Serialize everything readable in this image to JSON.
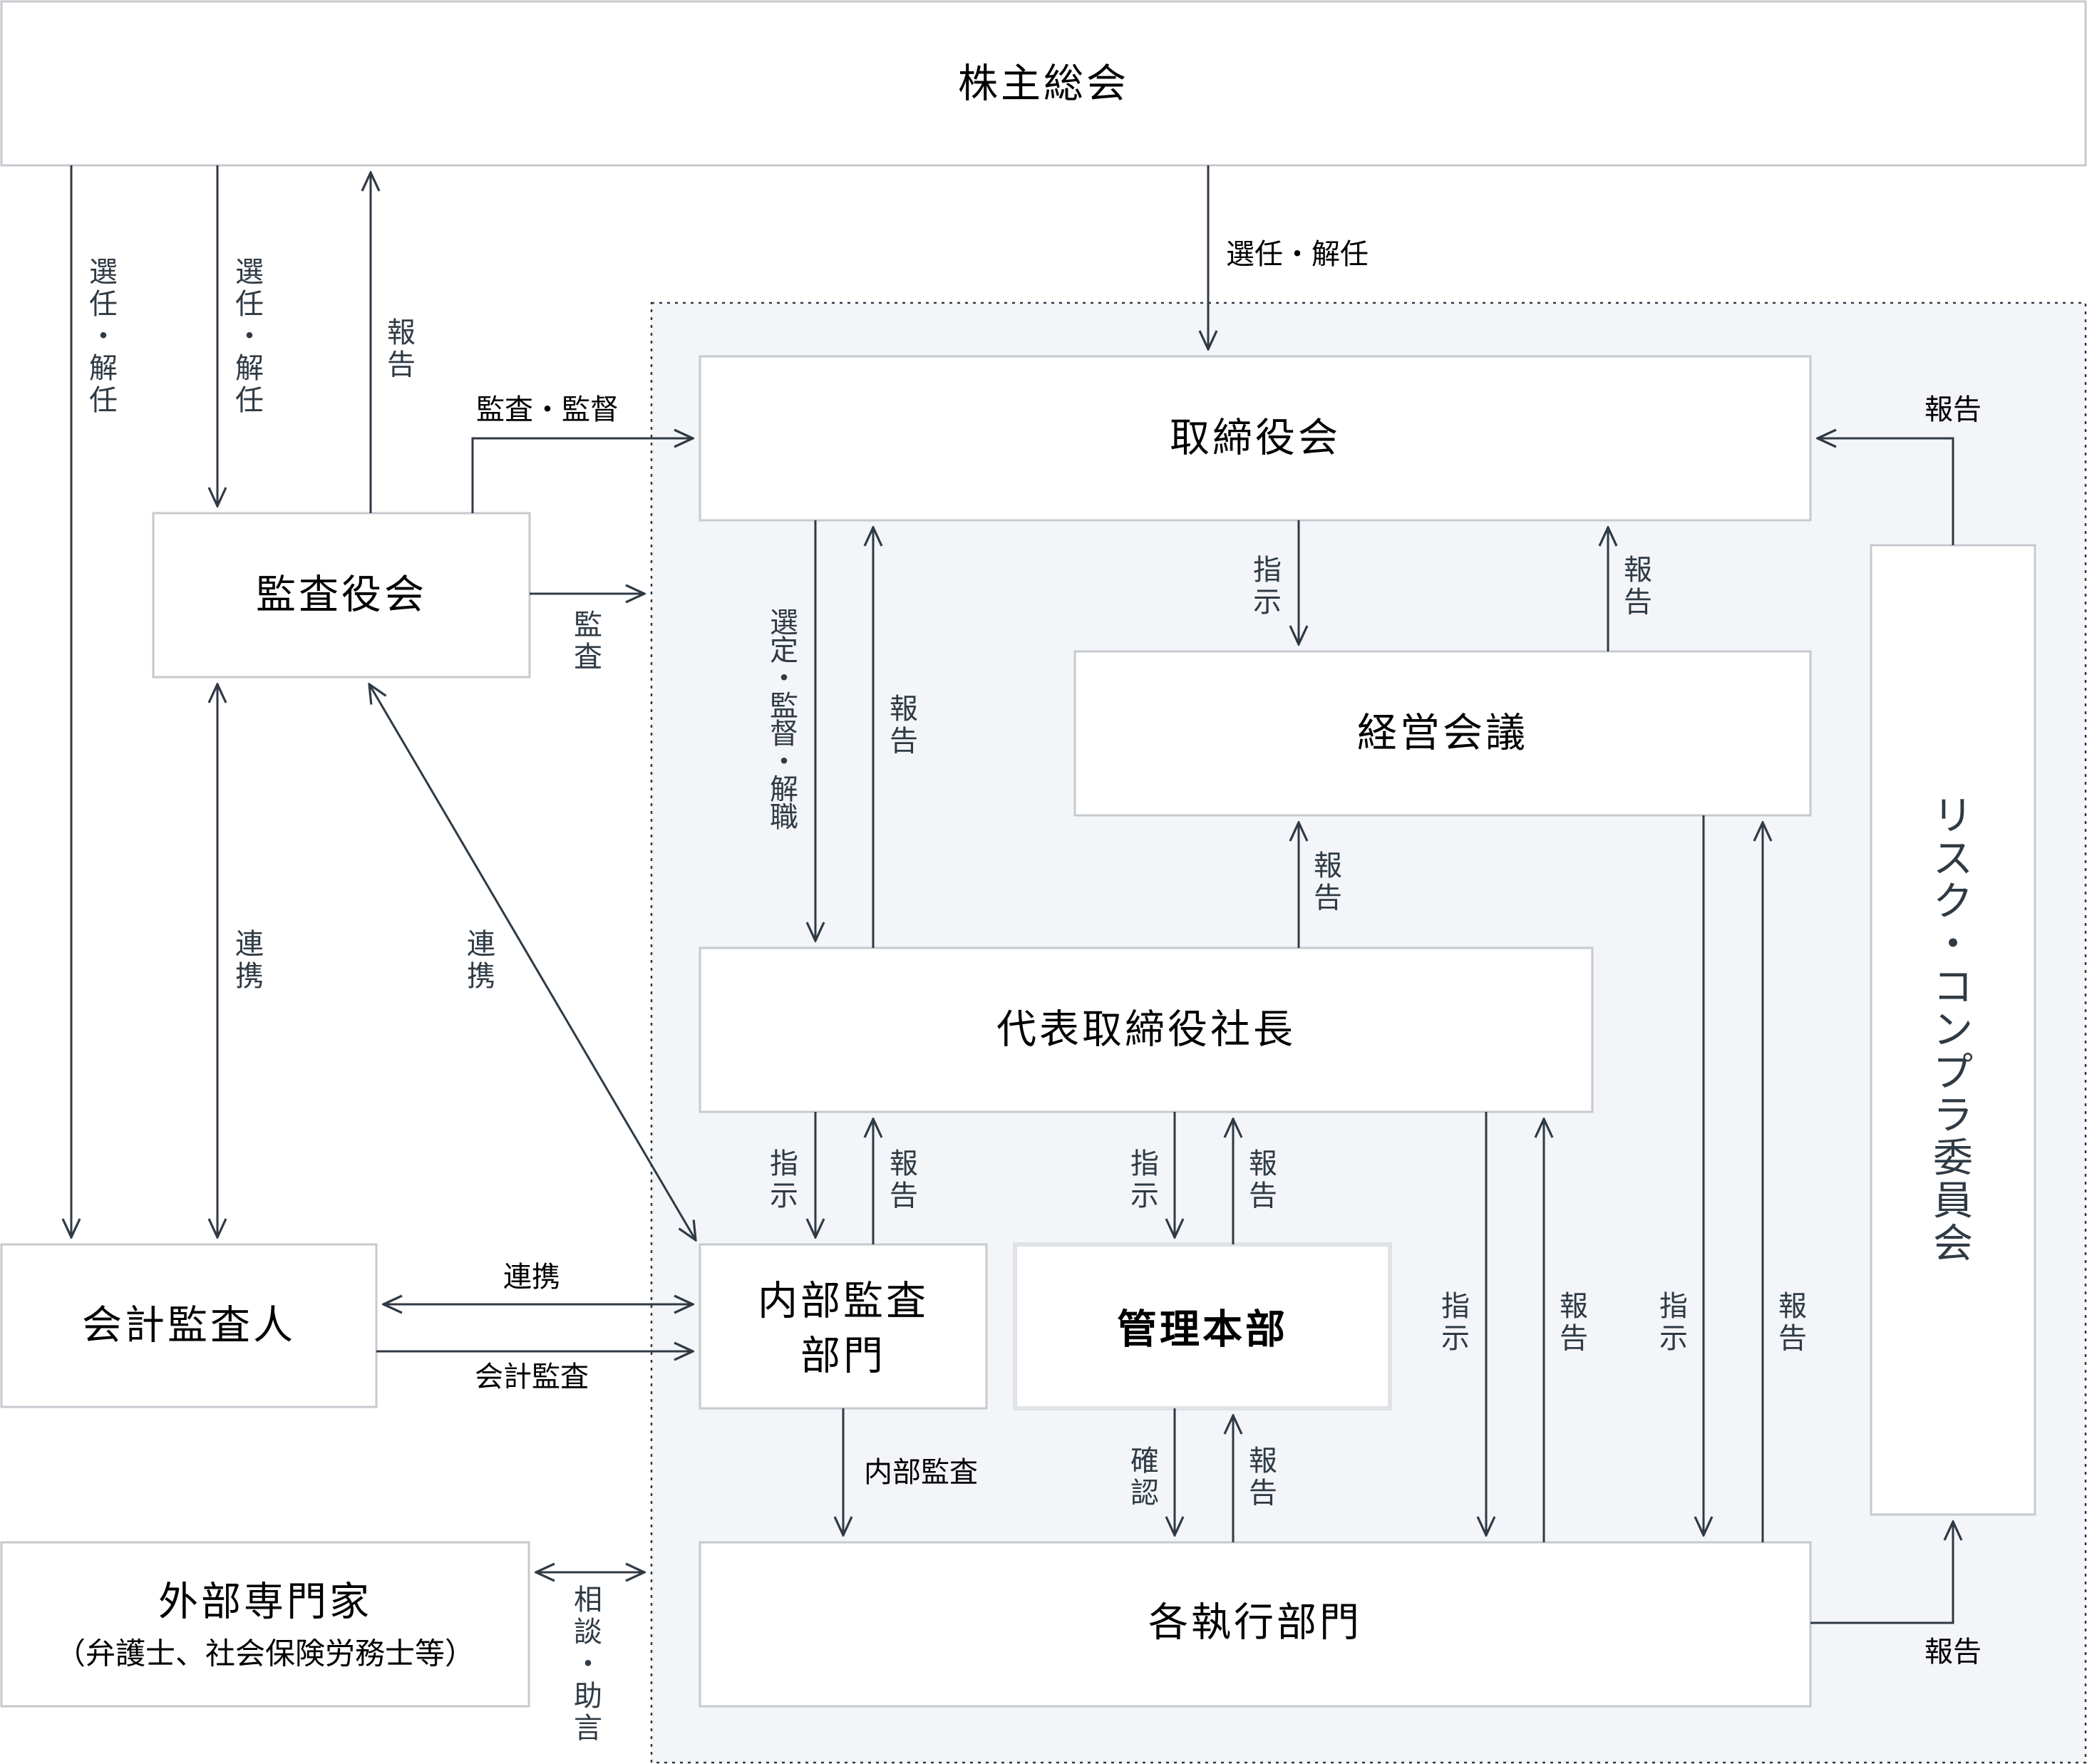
{
  "colors": {
    "ink": "#2f3a44",
    "border": "#c6cace",
    "panel": "#f3f5f9",
    "white": "#ffffff"
  },
  "nodes": {
    "shareholders_meeting": "株主総会",
    "board_of_directors": "取締役会",
    "audit_board": "監査役会",
    "management_council": "経営会議",
    "president": "代表取締役社長",
    "accounting_auditor": "会計監査人",
    "internal_audit_line1": "内部監査",
    "internal_audit_line2": "部門",
    "admin_hq": "管理本部",
    "external_experts": "外部専門家",
    "external_experts_note": "（弁護士、社会保険労務士等）",
    "executive_depts": "各執行部門",
    "risk_compliance_committee": "リスク・コンプラ委員会"
  },
  "edge_labels": {
    "elect_dismiss_h": "選任・解任",
    "elect_dismiss_v1": "選任・解任",
    "elect_dismiss_v2": "選任・解任",
    "report_audit_to_shareholders": "報告",
    "audit_supervise": "監査・監督",
    "audit_v": "監査",
    "report_risk_to_board": "報告",
    "select_supervise_dismiss": "選定・監督・解職",
    "report_pres_to_board": "報告",
    "instruct_board_to_council": "指示",
    "report_council_to_board": "報告",
    "report_pres_to_council": "報告",
    "cooperate_v1": "連携",
    "cooperate_v2": "連携",
    "instruct_pres_to_internal": "指示",
    "report_internal_to_pres": "報告",
    "instruct_pres_to_admin": "指示",
    "report_admin_to_pres": "報告",
    "instruct_pres_to_exec": "指示",
    "report_exec_to_pres": "報告",
    "instruct_council_to_exec": "指示",
    "report_exec_to_council": "報告",
    "cooperate_h": "連携",
    "accounting_audit": "会計監査",
    "internal_audit_edge": "内部監査",
    "confirm_admin_exec": "確認",
    "report_exec_to_admin": "報告",
    "report_exec_to_risk": "報告",
    "consult_advice": "相談・助言"
  }
}
